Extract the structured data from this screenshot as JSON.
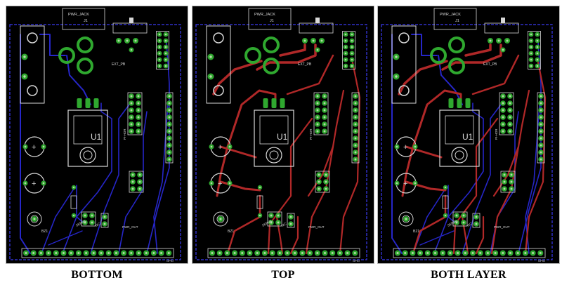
{
  "panels": [
    {
      "id": "bottom",
      "caption": "BOTTOM",
      "show_bottom": true,
      "show_top": false
    },
    {
      "id": "top",
      "caption": "TOP",
      "show_bottom": false,
      "show_top": true
    },
    {
      "id": "both",
      "caption": "BOTH LAYER",
      "show_bottom": true,
      "show_top": true
    }
  ],
  "labels": {
    "power_jack": "PWR_JACK",
    "power_jack_ref": "J1",
    "ext_pb": "EXT_PB",
    "regulator": "U1",
    "header": "PI-HDR",
    "bottom_header": "GPIO",
    "serial": "SERIAL",
    "i2c": "I2C",
    "pwr_out": "PWR_OUT",
    "buzzer": "BZ1"
  },
  "colors": {
    "board_bg": "#000000",
    "pad_green": "#2fa82f",
    "pad_light": "#b5d9a8",
    "silk": "#d8d8d8",
    "bottom_trace": "#2626c8",
    "top_trace": "#b02828",
    "outline": "#3a3af0"
  }
}
